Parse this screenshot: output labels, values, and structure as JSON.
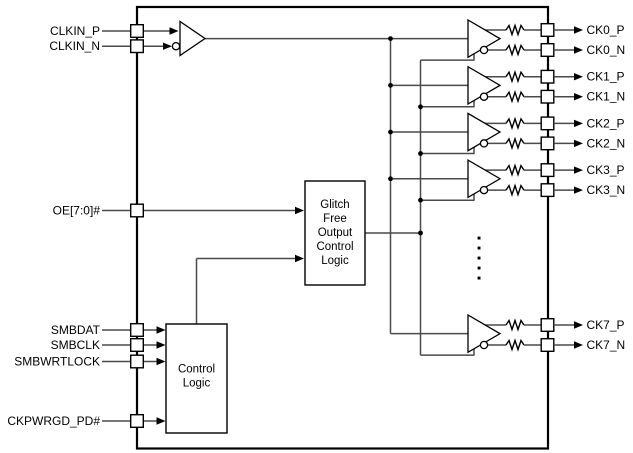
{
  "diagram_type": "functional-block-diagram",
  "inputs": [
    {
      "label": "CLKIN_P"
    },
    {
      "label": "CLKIN_N"
    },
    {
      "label": "OE[7:0]#"
    },
    {
      "label": "SMBDAT"
    },
    {
      "label": "SMBCLK"
    },
    {
      "label": "SMBWRTLOCK"
    },
    {
      "label": "CKPWRGD_PD#"
    }
  ],
  "outputs": [
    {
      "label": "CK0_P"
    },
    {
      "label": "CK0_N"
    },
    {
      "label": "CK1_P"
    },
    {
      "label": "CK1_N"
    },
    {
      "label": "CK2_P"
    },
    {
      "label": "CK2_N"
    },
    {
      "label": "CK3_P"
    },
    {
      "label": "CK3_N"
    },
    {
      "label": "CK7_P"
    },
    {
      "label": "CK7_N"
    }
  ],
  "blocks": {
    "glitch_free": {
      "label": "Glitch Free Output Control Logic",
      "lines": [
        "Glitch",
        "Free",
        "Output",
        "Control",
        "Logic"
      ]
    },
    "control_logic": {
      "label": "Control Logic",
      "lines": [
        "Control",
        "Logic"
      ]
    }
  },
  "symbols": {
    "buffer-icon": "triangle",
    "inverting-output-icon": "bubble-circle",
    "resistor-icon": "zigzag",
    "pin-pad-icon": "open-square",
    "junction-icon": "filled-dot",
    "continuation-icon": "vertical-ellipsis",
    "signal-arrow-icon": "filled-arrowhead"
  },
  "colors": {
    "background": "#ffffff",
    "wire": "#4a4a4a",
    "outline": "#000000",
    "text": "#000000"
  }
}
